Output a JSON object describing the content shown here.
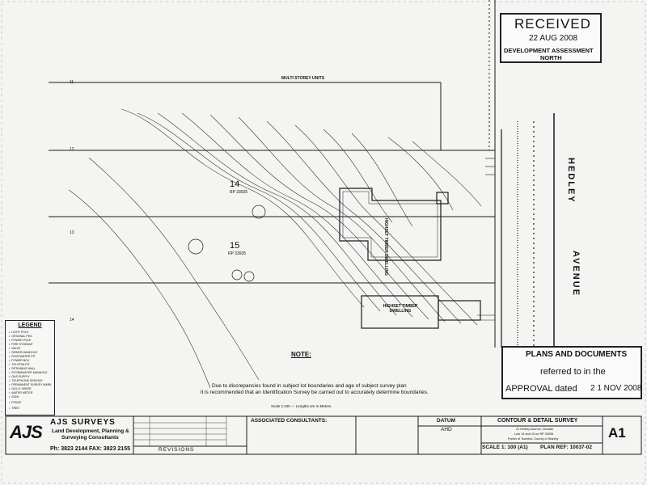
{
  "received_stamp": {
    "title": "RECEIVED",
    "date": "22 AUG 2008",
    "department": "DEVELOPMENT ASSESSMENT",
    "region": "NORTH"
  },
  "approval_stamp": {
    "line1": "PLANS AND DOCUMENTS",
    "line2": "referred to in the",
    "line3": "APPROVAL dated",
    "date": "2 1 NOV 2008"
  },
  "street": {
    "word1": "HEDLEY",
    "word2": "AVENUE"
  },
  "plan_labels": {
    "top_building": "MULTI STOREY UNITS",
    "lot14": "14",
    "lot14_rp": "RP 33935",
    "lot15": "15",
    "lot15_rp": "RP 33935",
    "dwelling1": "HIGHSET TIMBER DWELLING",
    "dwelling2": "HIGHSET TIMBER DWELLING",
    "lot_11": "11",
    "lot_12": "12",
    "lot_13": "13",
    "lot_14_left": "14"
  },
  "note": {
    "heading": "NOTE:",
    "line1": "Due to discrepancies found in subject lot boundaries and age of subject survey plan",
    "line2": "it is recommended that an Identification Survey be carried out to accurately determine boundaries.",
    "scale": "Scale 1:100 — Lengths are in Metres"
  },
  "legend": {
    "title": "LEGEND",
    "items": [
      "LIGHT POLE",
      "ORIGINAL PEG",
      "POWER POLE",
      "FIRE HYDRANT",
      "VALVE",
      "SEWER MANHOLE",
      "ROOFWATER PIT",
      "POWER BOX",
      "TELSTRA PIT",
      "RETAINING WALL",
      "STORMWATER MANHOLE",
      "GAS SUPPLY",
      "TELEPHONE SERVICE",
      "PERMANENT SURVEY MARK",
      "GULLY GRATE",
      "WATER METER",
      "SIGN",
      "FENCE",
      "TREE"
    ]
  },
  "company": {
    "logo": "AJS",
    "name": "AJS SURVEYS",
    "tagline1": "Land Development, Planning &",
    "tagline2": "Surveying Consultants",
    "phone": "Ph: 3823 2144",
    "fax": "FAX: 3823 2155"
  },
  "title_block": {
    "revisions": "REVISIONS",
    "consultants": "ASSOCIATED CONSULTANTS:",
    "datum_label": "DATUM",
    "datum_value": "AHD",
    "survey_title": "CONTOUR & DETAIL SURVEY",
    "survey_line1": "21 Hedley Avenue, Nundah",
    "survey_line2": "Lots 14 and 15 on RP 33935",
    "survey_line3": "Parish of Toombul, County of Stanley",
    "scale": "SCALE 1: 100 (A1)",
    "plan_ref": "PLAN REF: 10037-02",
    "sheet_size": "A1"
  },
  "colors": {
    "ink": "#1a1a1a",
    "paper": "#f4f4f2"
  }
}
